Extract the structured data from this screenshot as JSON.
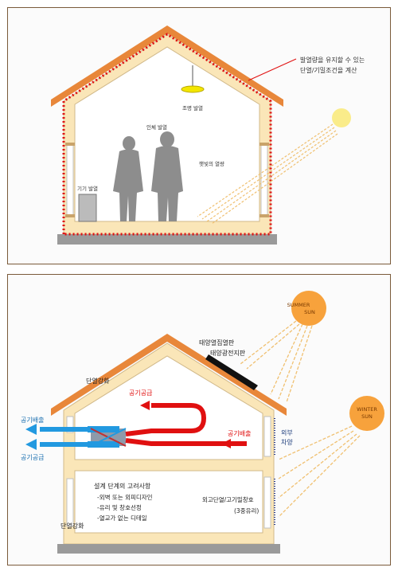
{
  "panel1": {
    "note_line1": "발열량을 유지할 수 있는",
    "note_line2": "단열/기밀조건을 계산",
    "lighting_heat": "조명 발열",
    "human_heat": "인체 발열",
    "solar_heat": "햇빛의 열량",
    "appliance_heat": "기기 발열"
  },
  "panel2": {
    "summer_sun_line1": "SUMMER",
    "summer_sun_line2": "SUN",
    "winter_sun_line1": "WINTER",
    "winter_sun_line2": "SUN",
    "solar_collector": "태양열집열판",
    "solar_panel": "태양광전지판",
    "roof_insulation": "단열강화",
    "air_supply_top": "공기공급",
    "air_exhaust_left": "공기배출",
    "air_supply_left": "공기공급",
    "air_exhaust_right": "공기배출",
    "external_shading_line1": "외부",
    "external_shading_line2": "차양",
    "design_title": "설계 단계의 고려사항",
    "design_item1": "-외벽 또는 외피디자인",
    "design_item2": "-유리 및 창호선정",
    "design_item3": "-열교가 없는 디테일",
    "wall_insulation": "외고단열/고기밀창호",
    "triple_glass": "(3중유리)",
    "floor_insulation": "단열강화"
  },
  "colors": {
    "roof": "#e8873a",
    "wall": "#fae6b8",
    "wall_edge": "#d1b98a",
    "ground": "#9a9a9a",
    "red": "#e01010",
    "blue": "#2299e0",
    "sun": "#f7a23c",
    "sun_pale": "#faec8a",
    "frame": "#7a5a3a"
  }
}
